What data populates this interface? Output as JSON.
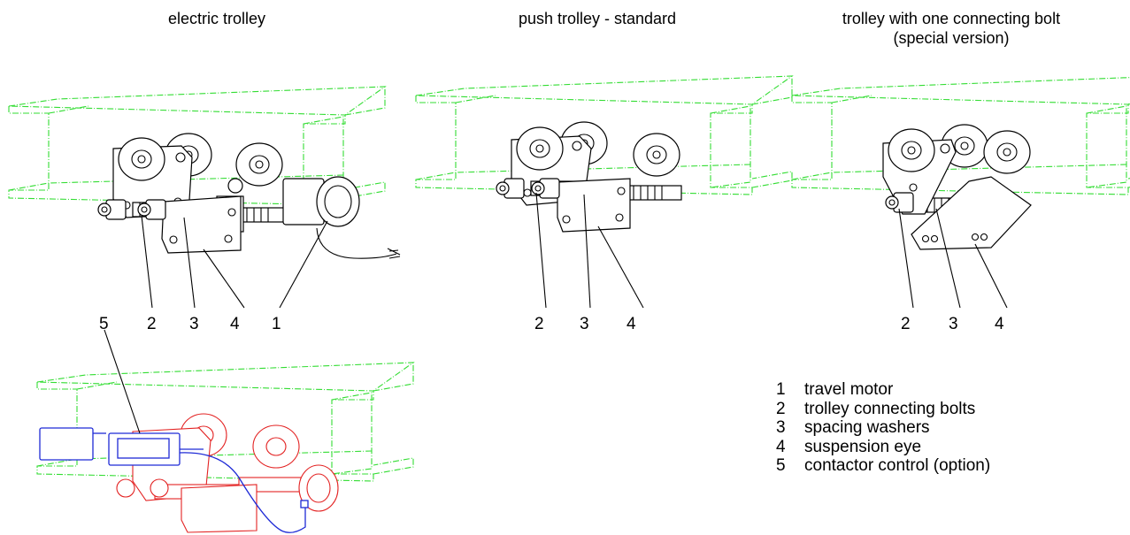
{
  "titles": {
    "electric": "electric trolley",
    "push": "push trolley - standard",
    "special_line1": "trolley with one connecting bolt",
    "special_line2": "(special version)"
  },
  "callouts": {
    "electric": [
      "5",
      "2",
      "3",
      "4",
      "1"
    ],
    "push": [
      "2",
      "3",
      "4"
    ],
    "special": [
      "2",
      "3",
      "4"
    ]
  },
  "legend": [
    {
      "num": "1",
      "text": "travel motor"
    },
    {
      "num": "2",
      "text": "trolley connecting bolts"
    },
    {
      "num": "3",
      "text": "spacing washers"
    },
    {
      "num": "4",
      "text": "suspension eye"
    },
    {
      "num": "5",
      "text": "contactor control (option)"
    }
  ],
  "colors": {
    "beam": "#33dd33",
    "trolley_highlight": "#e32222",
    "contactor_highlight": "#1e2ad6",
    "line_art": "#000000"
  }
}
